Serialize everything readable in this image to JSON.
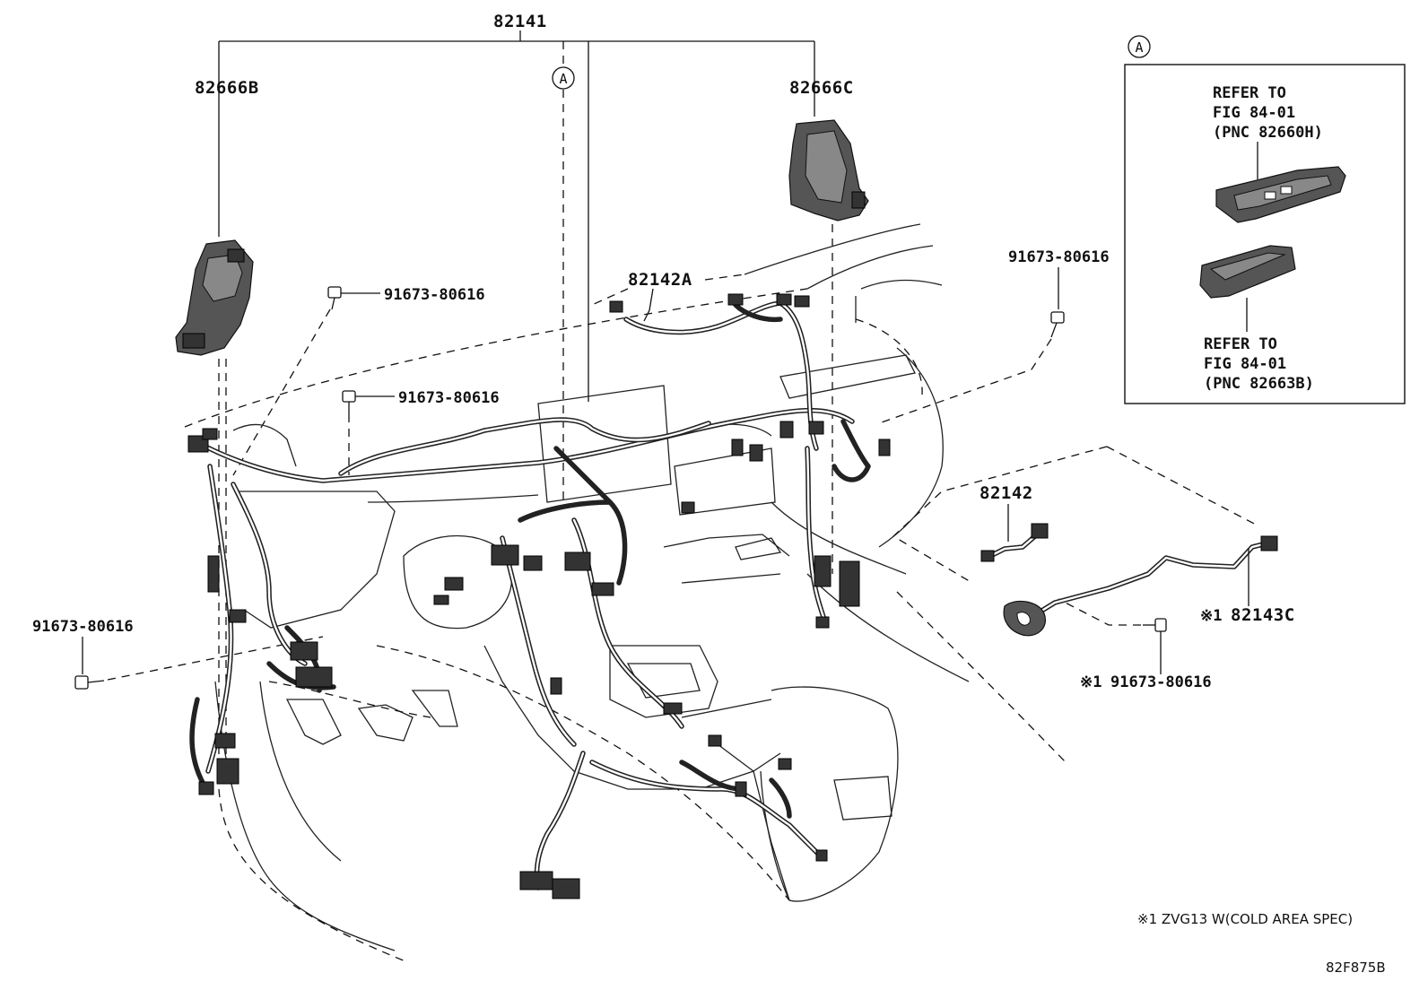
{
  "labels": {
    "main_harness": "82141",
    "component_left": "82666B",
    "component_right": "82666C",
    "harness_a": "82142A",
    "harness_b": "82142",
    "harness_c": "82143C",
    "bolt_1": "91673-80616",
    "bolt_2": "91673-80616",
    "bolt_3": "91673-80616",
    "bolt_4": "91673-80616",
    "bolt_5": "91673-80616",
    "marker_a": "A",
    "note_prefix_c": "※1",
    "note_prefix_bolt": "※1"
  },
  "inset": {
    "marker": "A",
    "ref_top_1": "REFER TO",
    "ref_top_2": "FIG 84-01",
    "ref_top_3": "(PNC 82660H)",
    "ref_bottom_1": "REFER TO",
    "ref_bottom_2": "FIG 84-01",
    "ref_bottom_3": "(PNC 82663B)"
  },
  "footer": {
    "note": "※1 ZVG13 W(COLD AREA SPEC)",
    "figure_code": "82F875B"
  }
}
